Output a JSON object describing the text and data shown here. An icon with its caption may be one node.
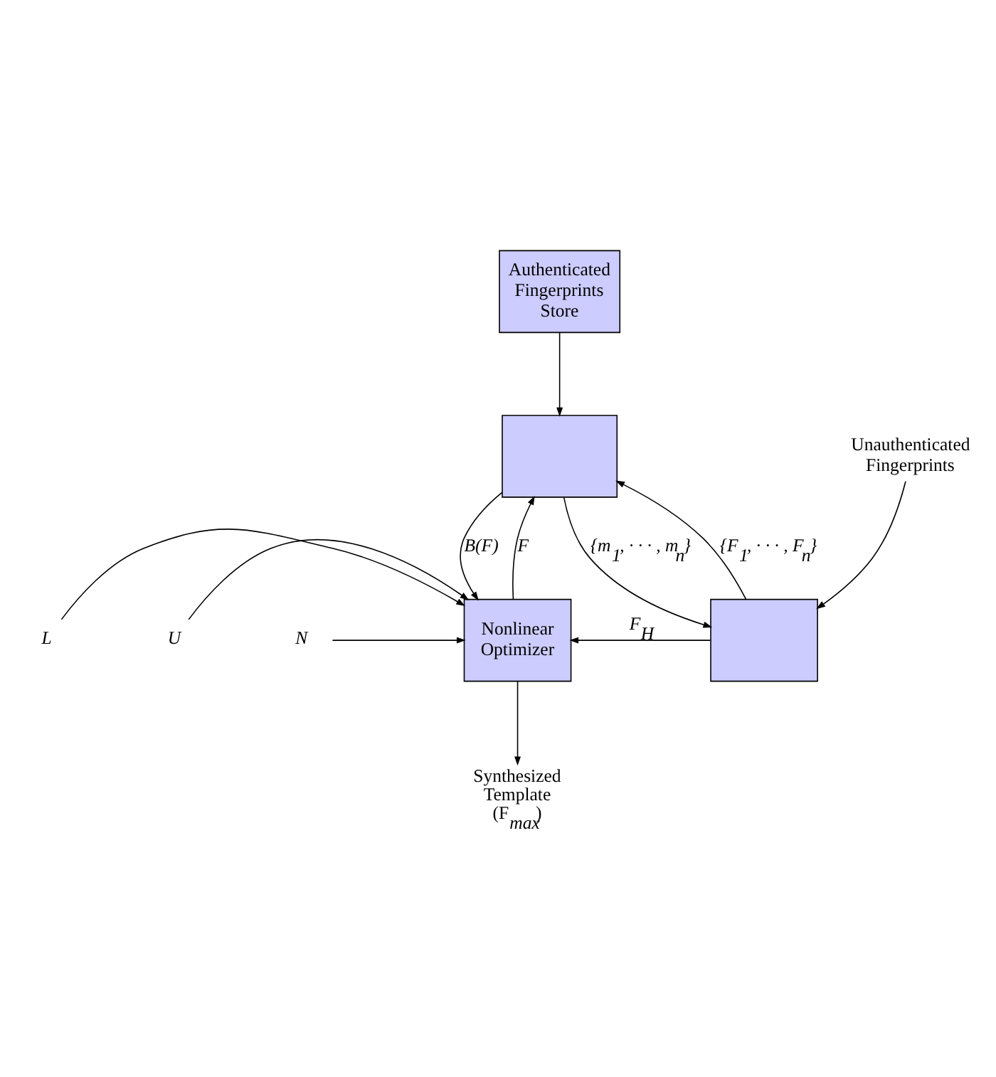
{
  "diagram": {
    "nodes": [
      {
        "text": [
          "Authenticated Fingerprints Store"
        ]
      },
      {
        "text": [],
        "shape": "box"
      },
      {
        "text": [
          "Nonlinear Optimizer"
        ]
      },
      {
        "text": [],
        "shape": "box"
      },
      {
        "text": [
          "L"
        ]
      },
      {
        "text": [
          "U"
        ]
      },
      {
        "text": [
          "N"
        ]
      },
      {
        "text": [
          "Synthesized Template (F$_{max}$)"
        ]
      },
      {
        "text": [
          "Unauthenticated Fingerprints"
        ]
      }
    ],
    "edges": [
      {
        "from": 0,
        "to": 1,
        "arrow": "to"
      },
      {
        "from": 2,
        "to": 1,
        "arrow": "to",
        "label": "F"
      },
      {
        "from": 1,
        "to": 2,
        "arrow": "to",
        "label": "B(F)"
      },
      {
        "from": 1,
        "to": 3,
        "arrow": "to",
        "label": "{m$_{1}$, · · · , m$_{n}$}"
      },
      {
        "from": 3,
        "to": 1,
        "arrow": "to",
        "label": "{F$_{1}$, · · · , F$_{n}$}"
      },
      {
        "from": 3,
        "to": 2,
        "arrow": "to",
        "label": "F$_{H}$"
      },
      {
        "from": 4,
        "to": 2,
        "arrow": "to"
      },
      {
        "from": 5,
        "to": 2,
        "arrow": "to"
      },
      {
        "from": 6,
        "to": 2,
        "arrow": "to"
      },
      {
        "from": 2,
        "to": 7,
        "arrow": "to"
      },
      {
        "from": 8,
        "to": 3,
        "arrow": "to"
      }
    ]
  }
}
